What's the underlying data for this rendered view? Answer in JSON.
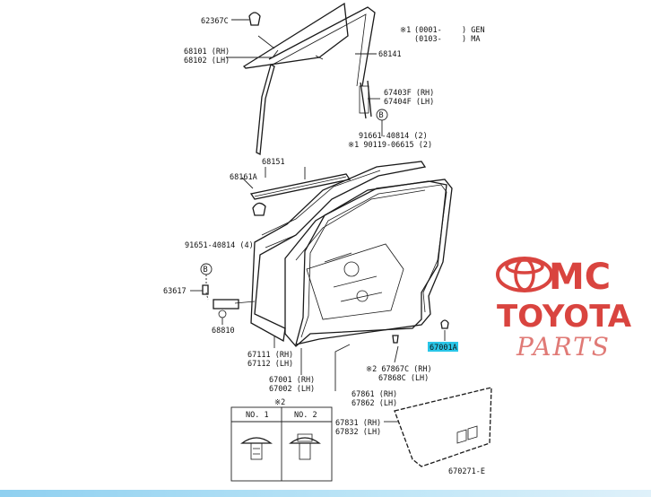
{
  "labels": {
    "p62367c": "62367C",
    "p68101": "68101 (RH)",
    "p68102": "68102 (LH)",
    "p68141": "68141",
    "p67403f": "67403F (RH)",
    "p67404f": "67404F (LH)",
    "circle_b": "B",
    "p91661": "91661-40814 (2)",
    "p90119": "※1 90119-06615 (2)",
    "p68151": "68151",
    "p68161a": "68161A",
    "p91651": "91651-40814 (4)",
    "p63617": "63617",
    "p68810": "68810",
    "p67111": "67111 (RH)",
    "p67112": "67112 (LH)",
    "p67001": "67001 (RH)",
    "p67002": "67002 (LH)",
    "p67867c": "※2  67867C (RH)",
    "p67868c": "67868C (LH)",
    "p67861": "67861 (RH)",
    "p67862": "67862 (LH)",
    "p67831": "67831 (RH)",
    "p67832": "67832 (LH)",
    "p67001a": "67001A",
    "note_mark": "※2",
    "no1": "NO. 1",
    "no2": "NO. 2",
    "code": "670271-E"
  },
  "legend": {
    "row1_mark": "※1",
    "row1_code": "(0001-",
    "row1_val": ") GEN",
    "row2_code": "(0103-",
    "row2_val": ") MA"
  },
  "watermark": {
    "mc": "MC",
    "toyota": "TOYOTA",
    "parts": "PARTS"
  },
  "colors": {
    "highlight": "#29c6e8",
    "watermark": "#d9443f",
    "bottom_bar": "#8fd0f0"
  }
}
